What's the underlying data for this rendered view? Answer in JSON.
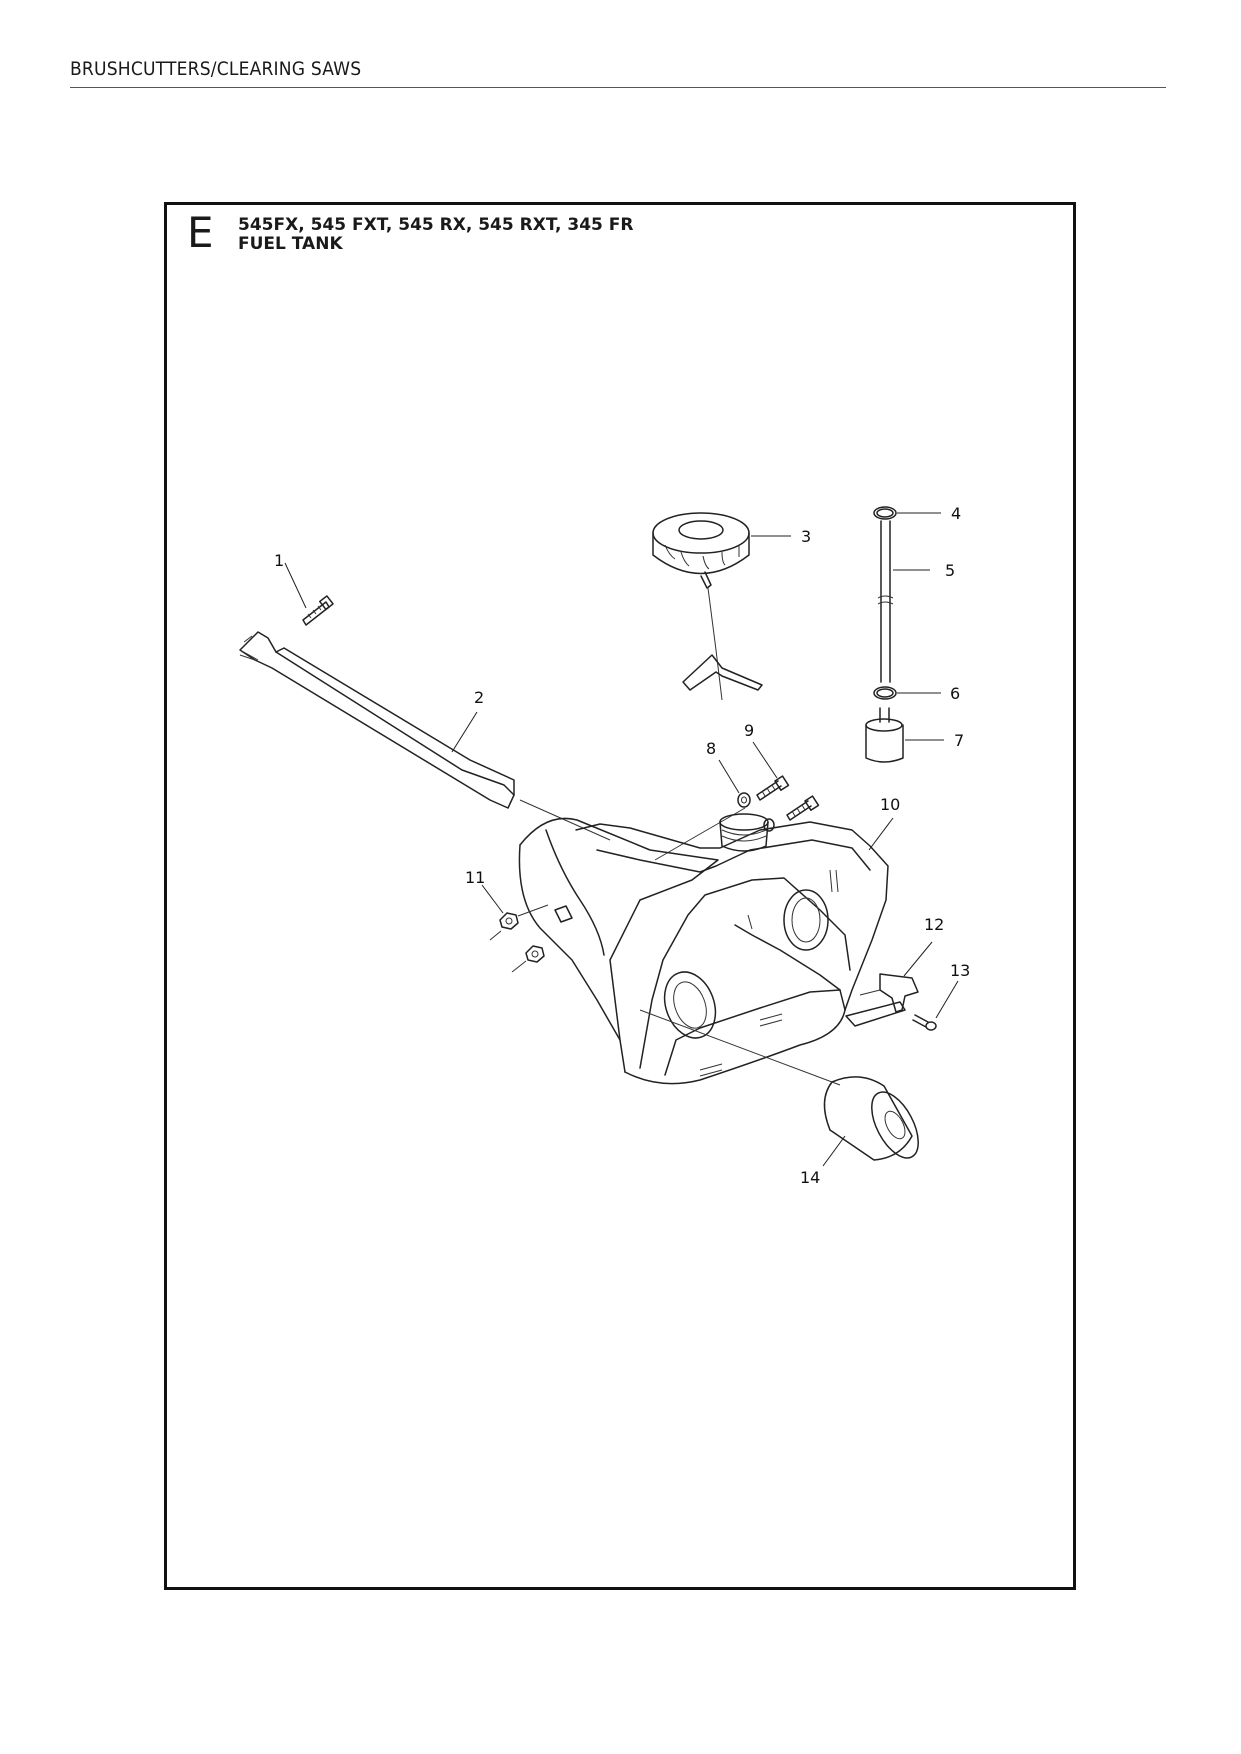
{
  "running_head": "BRUSHCUTTERS/CLEARING SAWS",
  "section": {
    "letter": "E",
    "models": "545FX, 545 FXT, 545 RX, 545 RXT, 345 FR",
    "title": "FUEL TANK"
  },
  "callouts": [
    "1",
    "2",
    "3",
    "4",
    "5",
    "6",
    "7",
    "8",
    "9",
    "10",
    "11",
    "12",
    "13",
    "14"
  ]
}
